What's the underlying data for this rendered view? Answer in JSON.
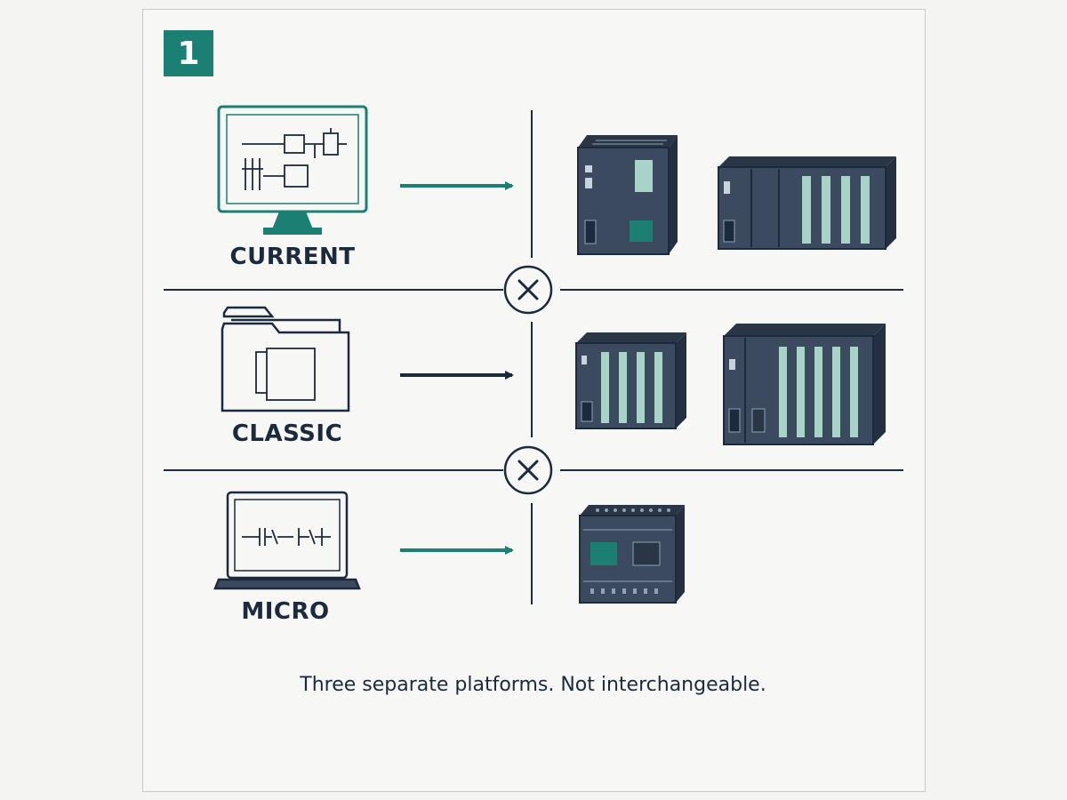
{
  "step_number": "1",
  "colors": {
    "accent": "#1c7f74",
    "navy": "#1c2a3e",
    "hardware": "#3b4a5f",
    "hardware_dark": "#2a3646",
    "module_slot": "#a9d3c8",
    "background": "#f7f7f5"
  },
  "rows": [
    {
      "label": "CURRENT",
      "software_icon": "monitor-icon",
      "arrow_color": "teal"
    },
    {
      "label": "CLASSIC",
      "software_icon": "folder-icon",
      "arrow_color": "navy"
    },
    {
      "label": "MICRO",
      "software_icon": "laptop-icon",
      "arrow_color": "teal"
    }
  ],
  "separator_icon": "x-circle-icon",
  "footer": "Three separate platforms. Not interchangeable."
}
